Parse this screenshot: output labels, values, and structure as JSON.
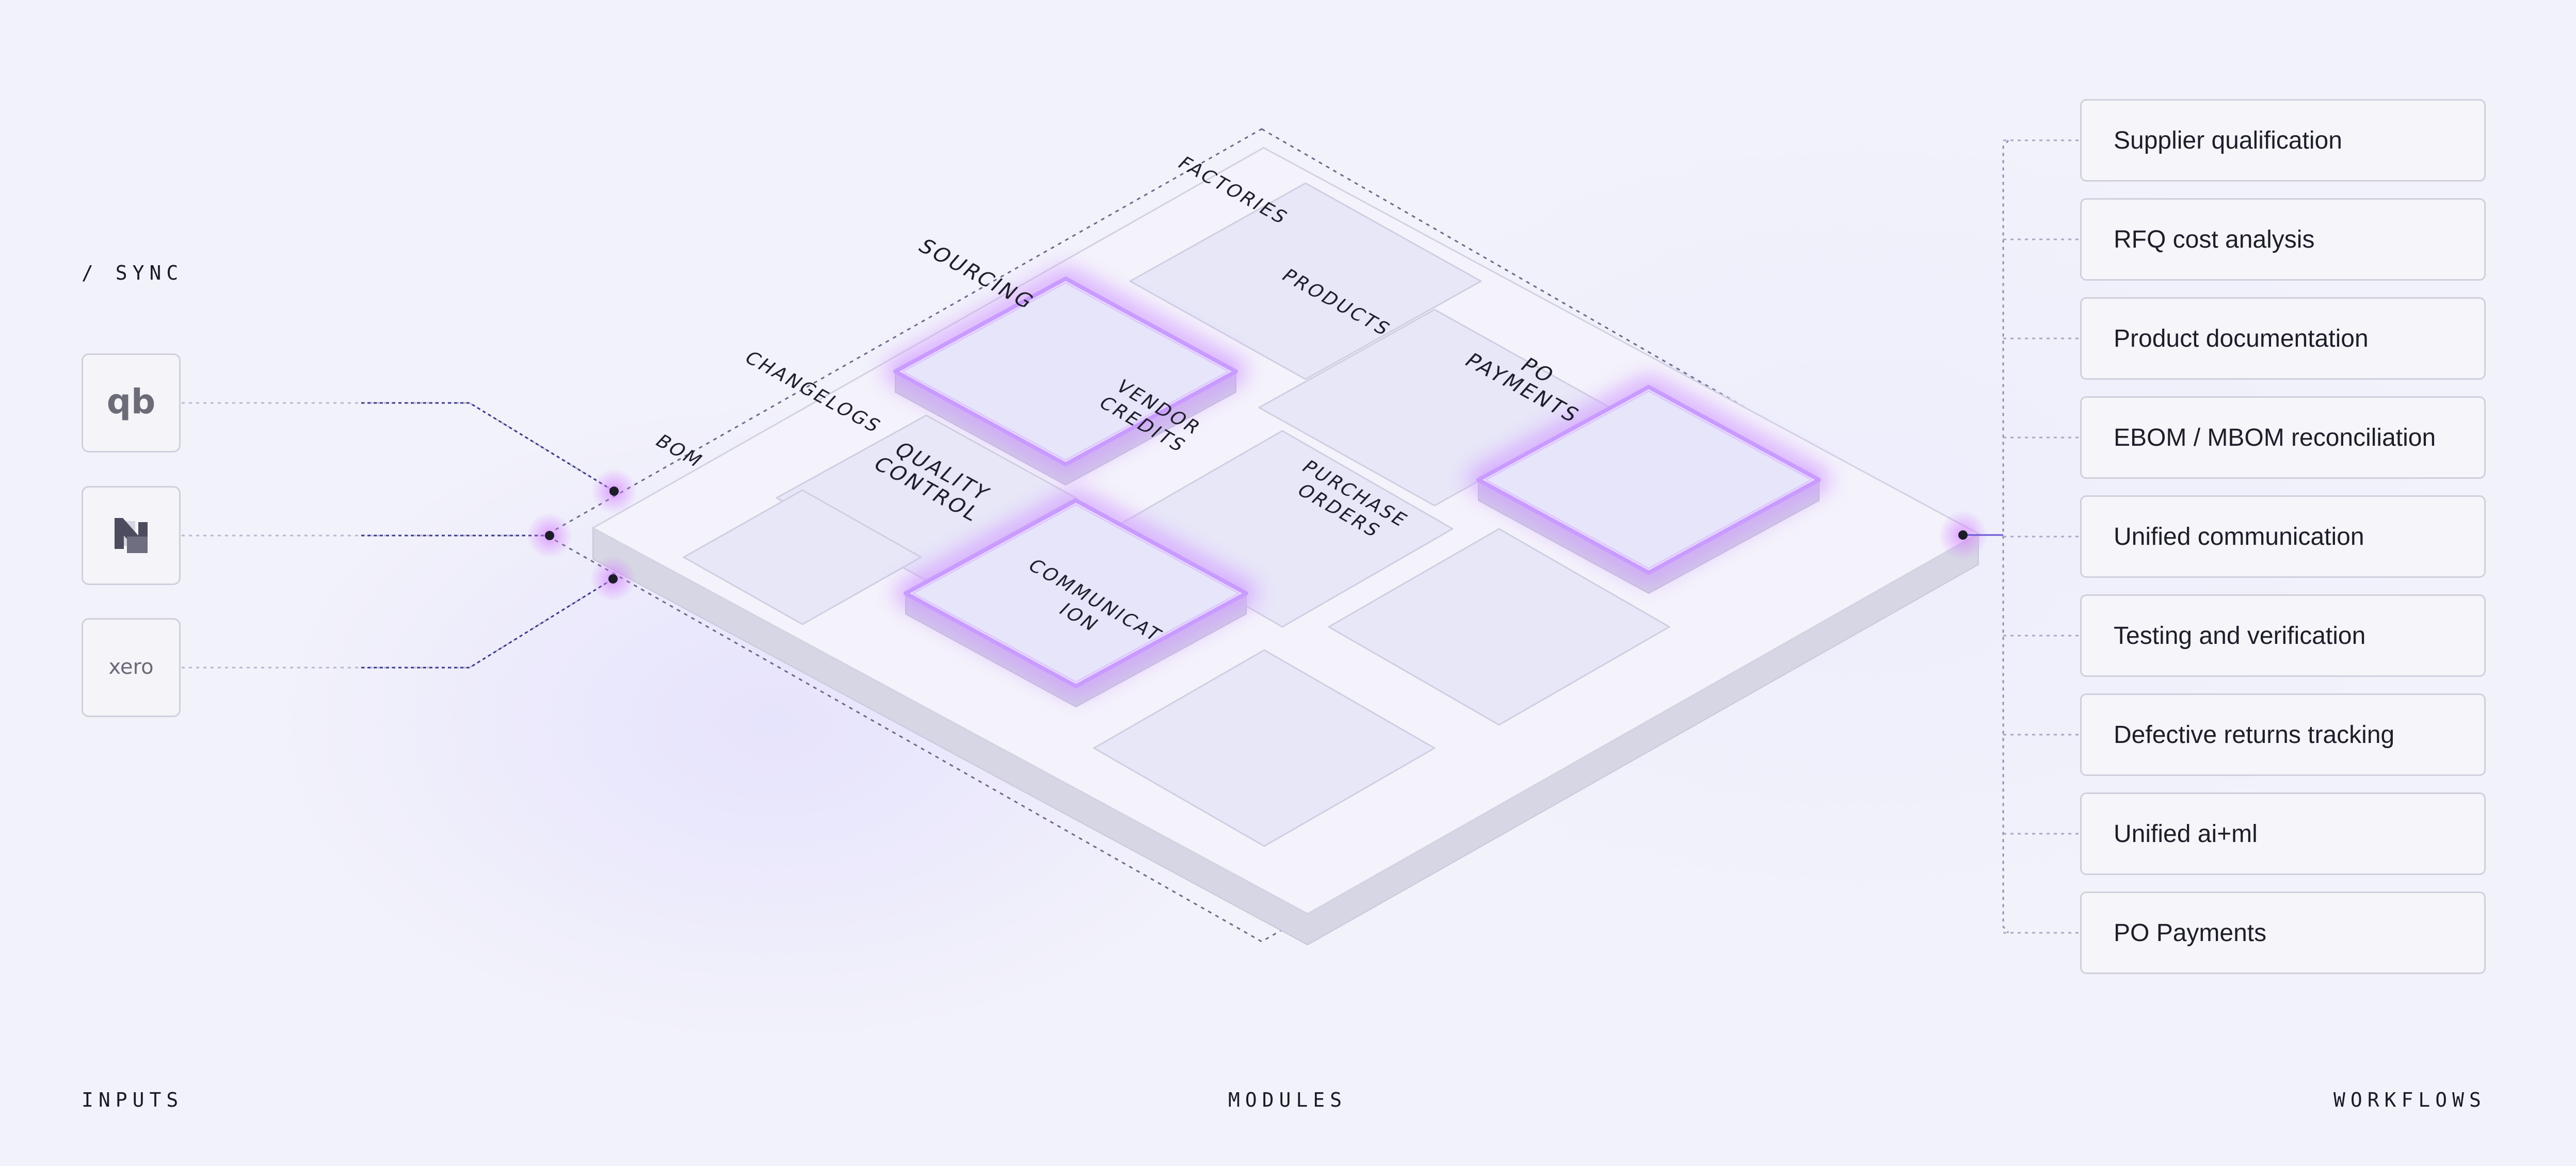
{
  "sections": {
    "sync": "/ SYNC",
    "inputs": "INPUTS",
    "modules": "MODULES",
    "workflows": "WORKFLOWS"
  },
  "inputs": [
    {
      "icon": "quickbooks-logo-icon",
      "name": "qb"
    },
    {
      "icon": "netsuite-logo-icon",
      "name": "N"
    },
    {
      "icon": "xero-logo-icon",
      "name": "xero"
    }
  ],
  "modules": {
    "tiles": [
      {
        "label": [
          "FACTORIES"
        ],
        "highlighted": false
      },
      {
        "label": [
          "SOURCING"
        ],
        "highlighted": true
      },
      {
        "label": [
          "PRODUCTS"
        ],
        "highlighted": false
      },
      {
        "label": [
          "PO",
          "PAYMENTS"
        ],
        "highlighted": true
      },
      {
        "label": [
          "VENDOR",
          "CREDITS"
        ],
        "highlighted": false
      },
      {
        "label": [
          "CHANGELOGS"
        ],
        "highlighted": false
      },
      {
        "label": [
          "BOM"
        ],
        "highlighted": false
      },
      {
        "label": [
          "QUALITY",
          "CONTROL"
        ],
        "highlighted": true
      },
      {
        "label": [
          "PURCHASE",
          "ORDERS"
        ],
        "highlighted": false
      },
      {
        "label": [
          "COMMUNICAT",
          "ION"
        ],
        "highlighted": false
      }
    ]
  },
  "workflows": [
    "Supplier qualification",
    "RFQ cost analysis",
    "Product documentation",
    "EBOM / MBOM reconciliation",
    "Unified communication",
    "Testing and verification",
    "Defective returns tracking",
    "Unified ai+ml",
    "PO Payments"
  ],
  "colors": {
    "background": "#f2f2fb",
    "tile_fill": "#e7e7f8",
    "glow": "#d29cff",
    "connector": "#3a3a8a"
  }
}
